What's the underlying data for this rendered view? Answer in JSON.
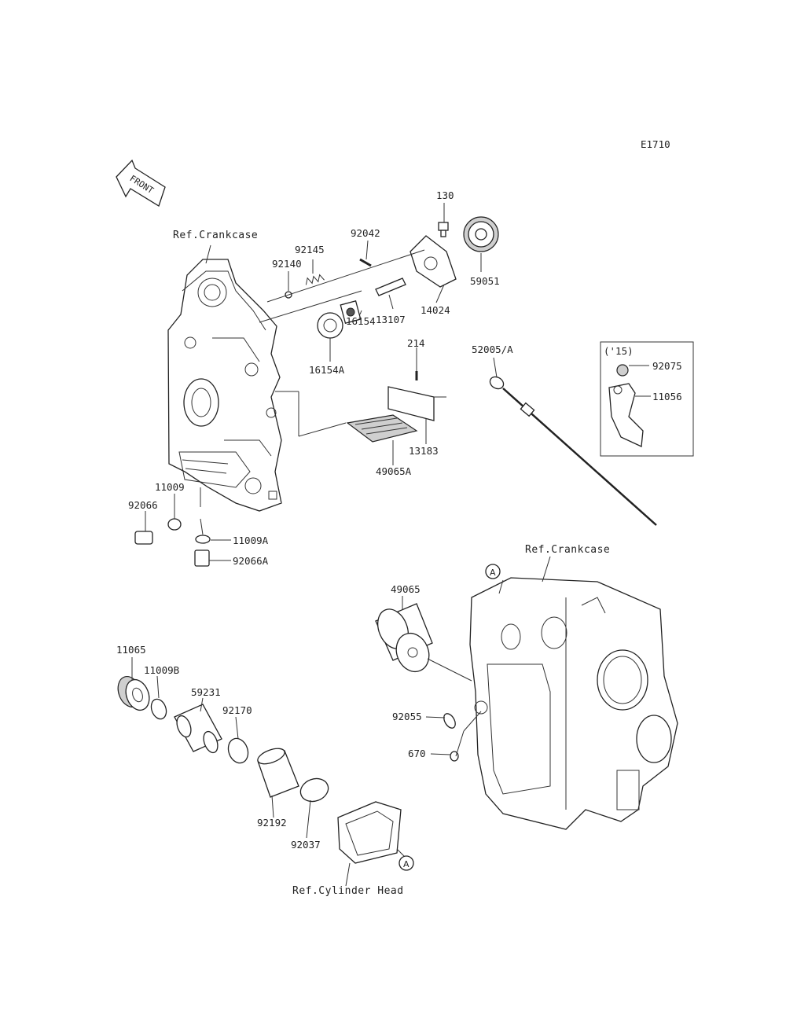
{
  "diagram_code": "E1710",
  "front_label": "FRONT",
  "refs": {
    "crankcase_left": "Ref.Crankcase",
    "crankcase_right": "Ref.Crankcase",
    "cylinder_head": "Ref.Cylinder Head"
  },
  "callout_marker": "A",
  "inset_label": "('15)",
  "parts": {
    "p130": "130",
    "p92042": "92042",
    "p92145": "92145",
    "p92140": "92140",
    "p59051": "59051",
    "p14024": "14024",
    "p13107": "13107",
    "p16154": "16154",
    "p16154A": "16154A",
    "p214": "214",
    "p52005A": "52005/A",
    "p92075": "92075",
    "p11056": "11056",
    "p13183": "13183",
    "p49065A": "49065A",
    "p11009": "11009",
    "p92066": "92066",
    "p11009A": "11009A",
    "p92066A": "92066A",
    "p49065": "49065",
    "p11065": "11065",
    "p11009B": "11009B",
    "p59231": "59231",
    "p92170": "92170",
    "p92055": "92055",
    "p670": "670",
    "p92192": "92192",
    "p92037": "92037"
  }
}
